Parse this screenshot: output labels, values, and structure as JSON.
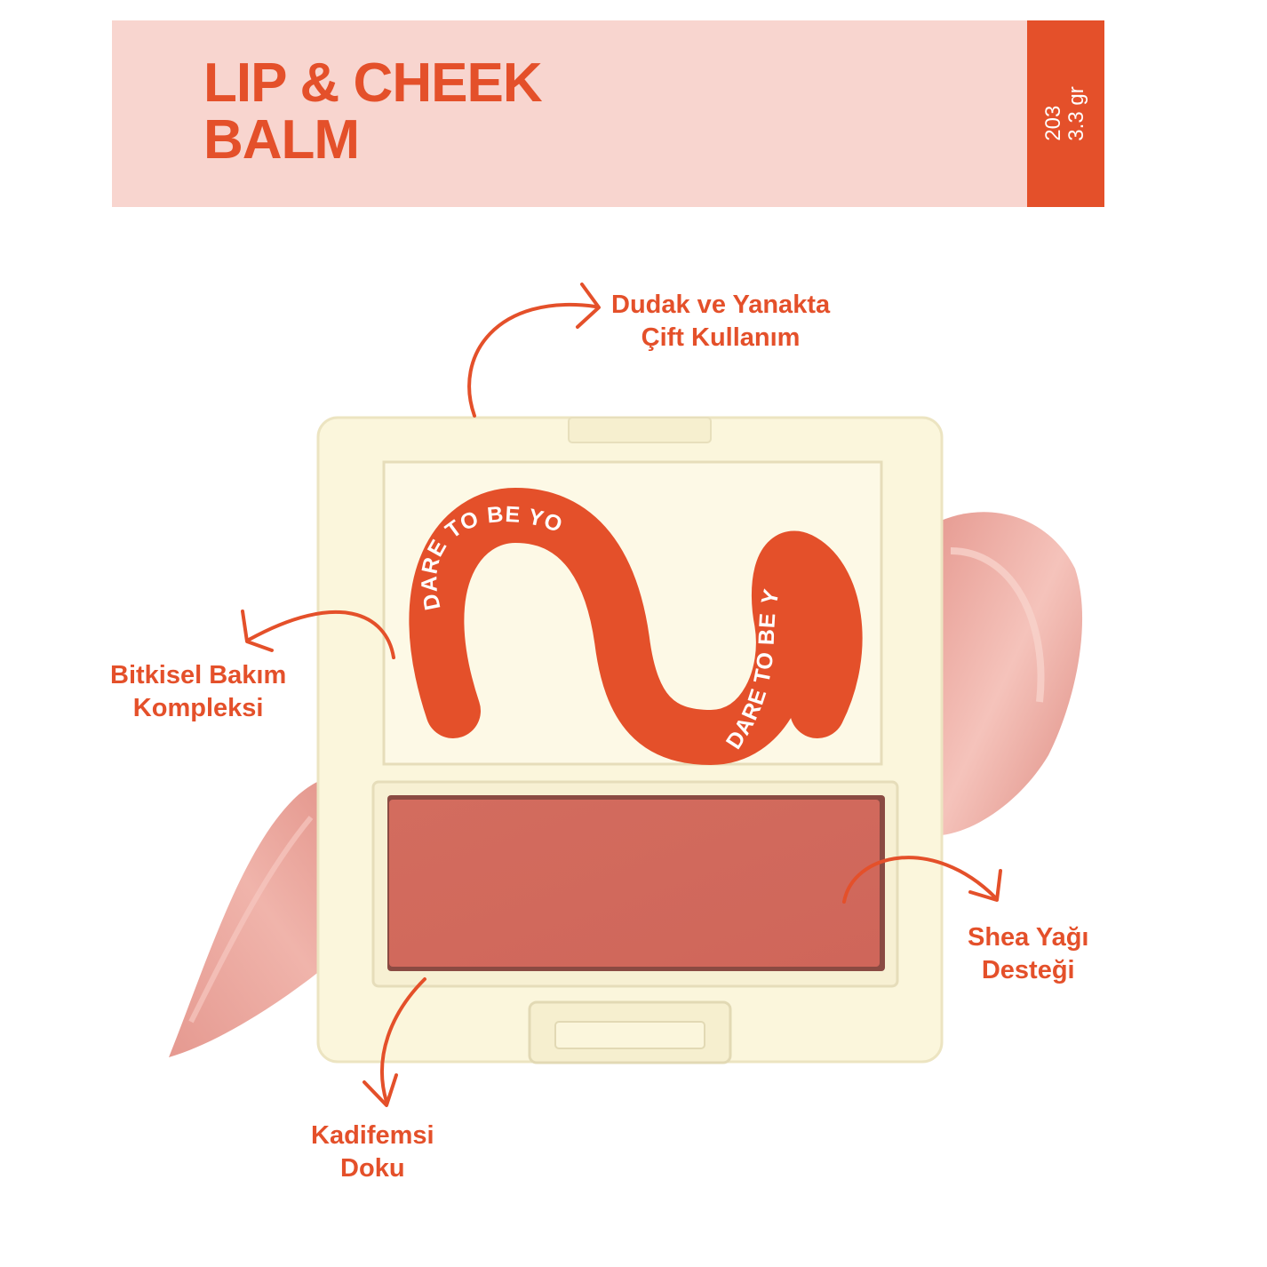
{
  "header": {
    "title_line1": "LIP & CHEEK",
    "title_line2": "BALM",
    "shade_code": "203",
    "weight": "3.3 gr"
  },
  "compact": {
    "lid_text_1": "DARE TO BE YOURSELF",
    "lid_text_2": "DARE TO BE YOURSELF"
  },
  "features": [
    {
      "line1": "Dudak ve Yanakta",
      "line2": "Çift Kullanım"
    },
    {
      "line1": "Bitkisel Bakım",
      "line2": "Kompleksi"
    },
    {
      "line1": "Shea Yağı",
      "line2": "Desteği"
    },
    {
      "line1": "Kadifemsi",
      "line2": "Doku"
    }
  ],
  "colors": {
    "accent": "#e4502a",
    "banner": "#f8d5cf",
    "compact_body": "#fbf6dc",
    "balm": "#d26a5c",
    "swatch": "#e89a8f"
  }
}
